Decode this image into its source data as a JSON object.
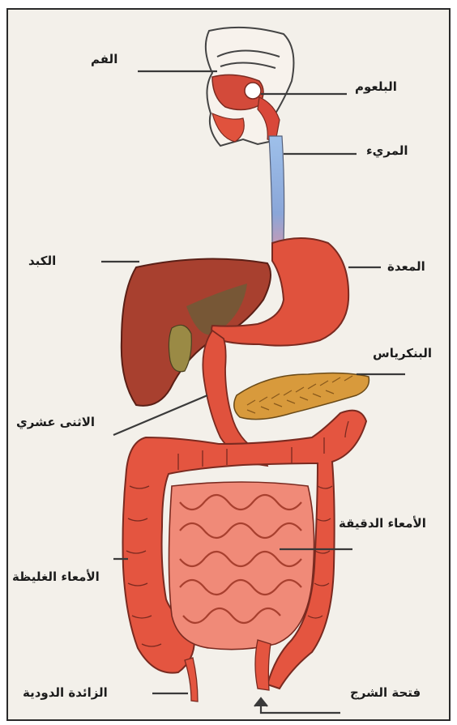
{
  "labels": {
    "mouth": "الفم",
    "pharynx": "البلعوم",
    "esophagus": "المريء",
    "liver": "الكبد",
    "stomach": "المعدة",
    "pancreas": "البنكرياس",
    "duodenum": "الاثنى عشري",
    "small_intestine": "الأمعاء الدقيقة",
    "large_intestine": "الأمعاء الغليظة",
    "appendix": "الزائدة الدودية",
    "anus": "فتحة الشرج"
  },
  "colors": {
    "background": "#f3f0ea",
    "organ_red": "#e0523d",
    "organ_dark": "#b63a2b",
    "liver": "#a8402f",
    "esophagus": "#8fb0e0",
    "pancreas": "#d89a3c",
    "gallbladder": "#9a8a45",
    "leader_line": "#3a3a3a"
  }
}
